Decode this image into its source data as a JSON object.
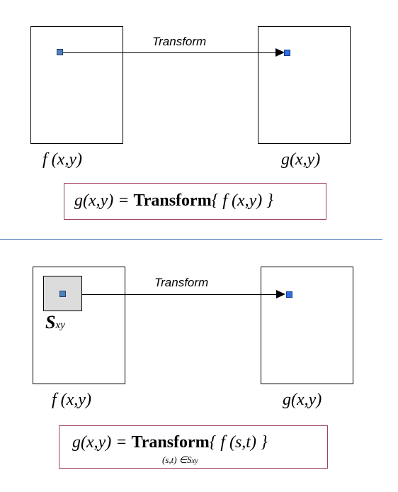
{
  "top": {
    "transform_label": "Transform",
    "input_label": "f (x,y)",
    "output_label": "g(x,y)",
    "equation": {
      "lhs": "g(x,y) = ",
      "op": "Transform",
      "arg": "{ f (x,y) }"
    }
  },
  "bottom": {
    "transform_label": "Transform",
    "neighborhood_symbol": "S",
    "neighborhood_subscript": "xy",
    "input_label": "f (x,y)",
    "output_label": "g(x,y)",
    "equation": {
      "lhs": "g(x,y) = ",
      "op": "Transform",
      "arg": "{ f (s,t) }",
      "subscript": "(s,t) ∈",
      "subscript_set": "S",
      "subscript_set_sub": "xy"
    }
  },
  "colors": {
    "pixel": "#4f81bd",
    "pixel_output": "#2f6fe0",
    "divider": "#4f7fbf",
    "equation_border": "#a0405c",
    "neighborhood_fill": "#dcdcdc"
  }
}
